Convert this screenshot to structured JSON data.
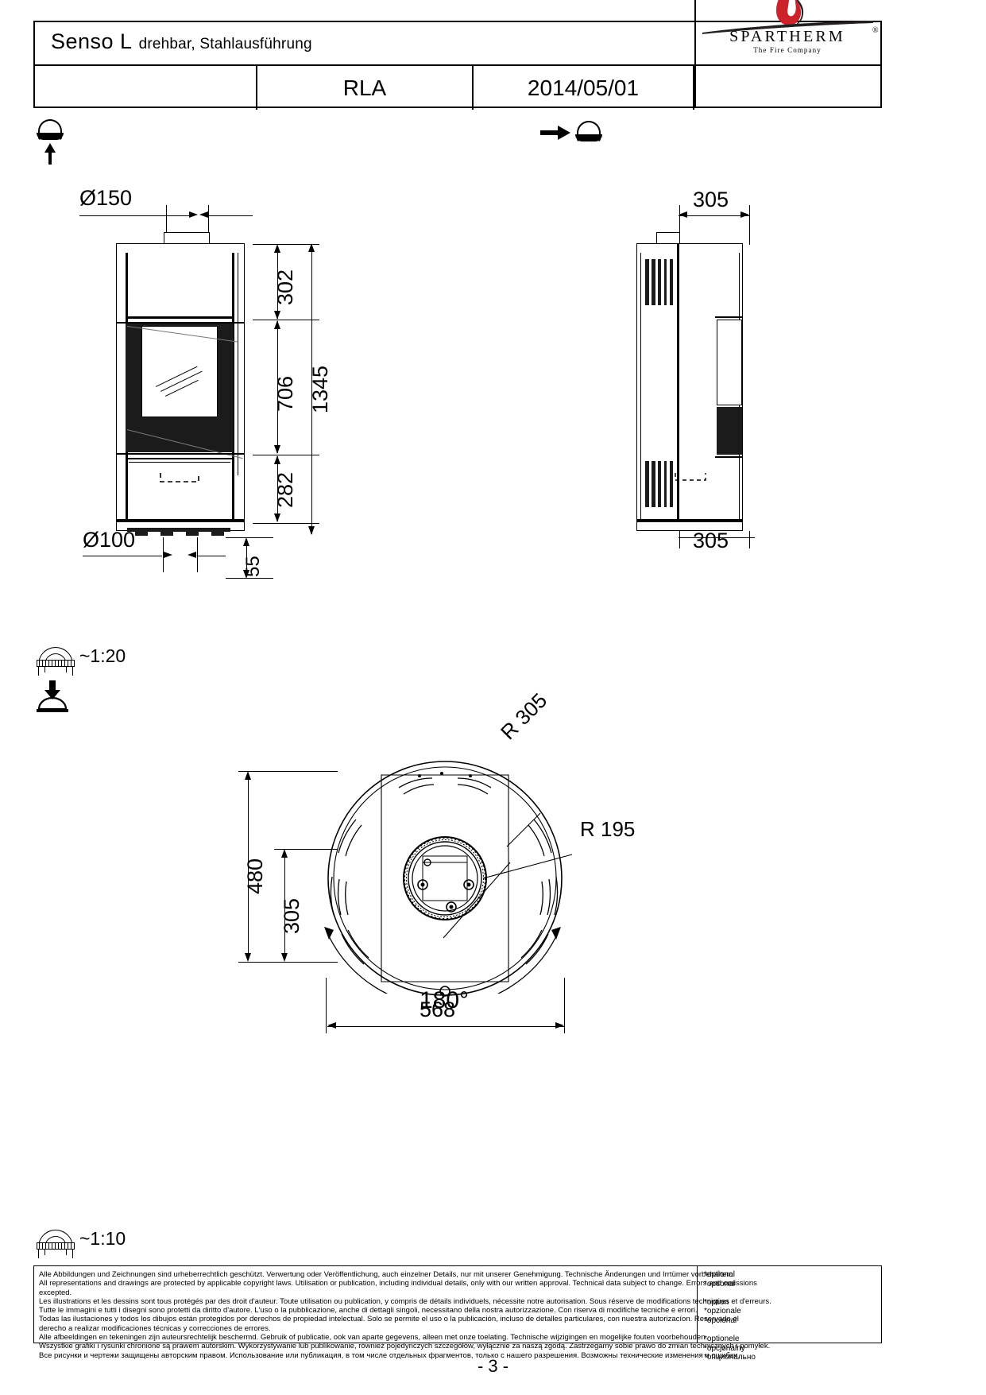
{
  "title_block": {
    "product_name": "Senso L",
    "product_variant": "drehbar, Stahlausführung",
    "cell_empty": "",
    "code": "RLA",
    "date": "2014/05/01",
    "logo_word": "SPARTHERM",
    "logo_sub": "The Fire Company",
    "logo_registered": "®"
  },
  "view_icons": {
    "front_view": "front-view-dome-icon",
    "side_view": "side-view-dome-icon",
    "top_view": "top-view-icon"
  },
  "elevation": {
    "flue_top_label": "Ø150",
    "flue_rear_label": "Ø100",
    "height_upper": "302",
    "height_window": "706",
    "height_lower": "282",
    "height_total": "1345",
    "height_base": "55",
    "side_width_top": "305",
    "side_width_bottom": "305"
  },
  "scales": {
    "elevation_scale": "~1:20",
    "plan_scale": "~1:10"
  },
  "plan": {
    "radius_outer": "R 305",
    "radius_inner": "R 195",
    "depth_480": "480",
    "depth_305": "305",
    "rotation_angle": "180°",
    "width_568": "568"
  },
  "footer": {
    "lines": [
      "Alle Abbildungen und Zeichnungen sind urheberrechtlich geschützt. Verwertung oder Veröffentlichung, auch einzelner Details, nur mit unserer Genehmigung. Technische Änderungen und Irrtümer vorbehalten.",
      "All representations and drawings are protected by applicable copyright laws. Utilisation or publication, including individual details, only with our written approval. Technical data subject to change. Errors and omissions",
      "excepted.",
      "Les illustrations et les dessins sont tous protégés par des droit d'auteur. Toute utilisation ou publication, y compris de détails individuels, nécessite notre autorisation. Sous réserve de modifications techniques et d'erreurs.",
      "Tutte le immagini e tutti i disegni sono protetti da diritto d'autore. L'uso o la pubblicazione, anche di dettagli singoli, necessitano della nostra autorizzazione.  Con riserva di modifiche tecniche e errori.",
      "Todas las ilustaciones y todos los dibujos están protegidos por derechos de propiedad intelectual. Solo se permite el uso o la publicación, incluso de detalles particulares, con nuestra autorizacíon. Reservado el",
      "derecho a realizar modificaciones técnicas y correcciones de errores.",
      "Alle afbeeldingen en tekeningen zijn auteursrechtelijk beschermd. Gebruik of publicatie, ook van aparte gegevens, alleen met onze toelating. Technische wijzigingen en mogelijke fouten voorbehouden.",
      "Wszystkie grafiki i rysunki chronione są prawem autorskim. Wykorzystywanie lub publikowanie, również pojedynczych szczegółów, wyłącznie za naszą zgodą. Zastrzegamy sobie prawo do zmian technicznych i pomyłek.",
      "Все рисунки и чертежи защищены авторским правом. Использование или публикация, в том числе отдельных фрагментов, только с нашего разрешения. Возможны технические изменения и ошибки."
    ],
    "optional_labels": [
      "*optional",
      "*optional",
      "",
      "*option",
      "*opzionale",
      "*opcional",
      "",
      "*optionele",
      "*opcjonalny",
      "*опционально"
    ]
  },
  "page_number": "- 3 -"
}
